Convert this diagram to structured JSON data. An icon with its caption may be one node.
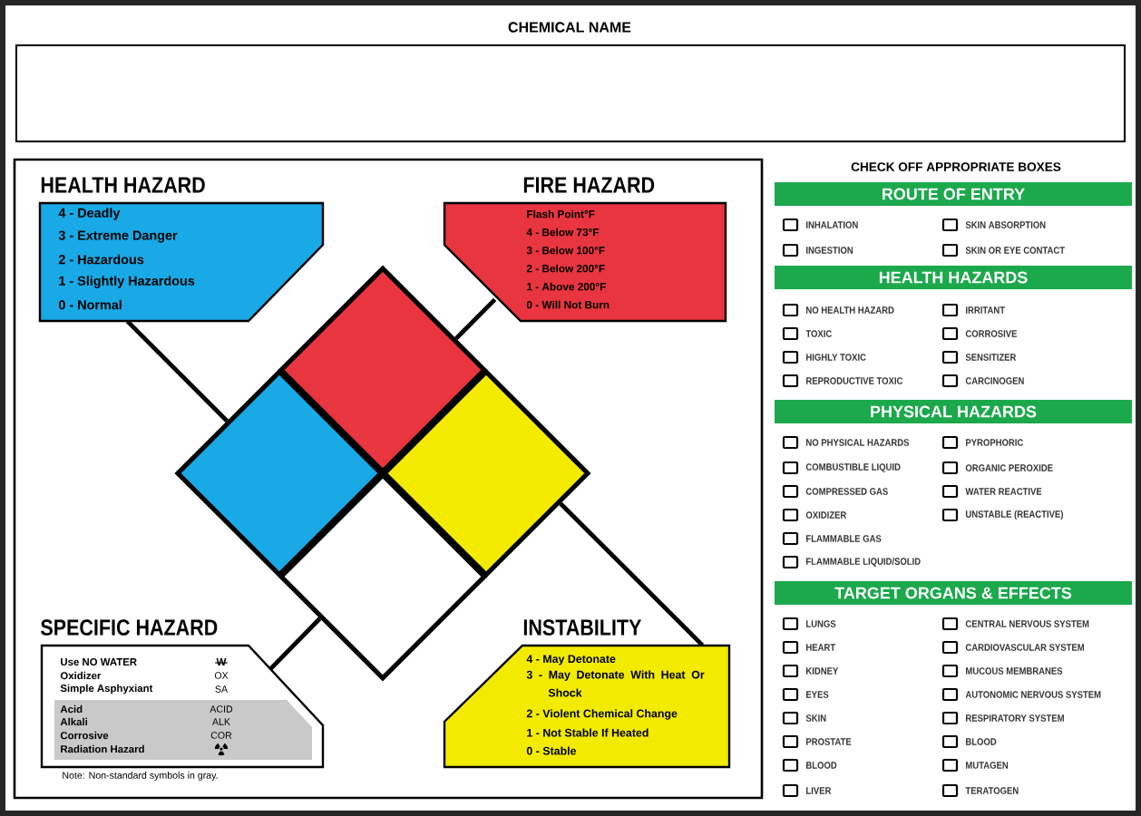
{
  "diagram": {
    "nodes": [
      {
        "text": [
          "CHEMICAL NAME"
        ]
      },
      {
        "text": [
          "HEALTH HAZARD",
          "4 - Deadly",
          "3 - Extreme Danger",
          "2 - Hazardous",
          "1 - Slightly Hazardous",
          "0 - Normal"
        ]
      },
      {
        "text": [
          "FIRE HAZARD",
          "Flash Point°F",
          "4 - Below 73°F",
          "3 - Below 100°F",
          "2 - Below 200°F",
          "1 - Above 200°F",
          "0 - Will Not Burn"
        ]
      },
      {
        "text": [],
        "shape": "diamond"
      },
      {
        "text": [],
        "shape": "diamond"
      },
      {
        "text": [],
        "shape": "diamond"
      },
      {
        "text": [],
        "shape": "diamond"
      },
      {
        "text": [
          "SPECIFIC HAZARD",
          "Use NO WATER",
          "W",
          "Oxidizer",
          "OX",
          "Simple Asphyxiant",
          "SA",
          "Acid",
          "ACID",
          "Alkali",
          "ALK",
          "Corrosive",
          "COR",
          "Radiation Hazard"
        ],
        "beside": [
          "Note: Non-standard symbols in gray."
        ]
      },
      {
        "text": [
          "INSTABILITY",
          "4 - May Detonate",
          "3 - May Detonate With Heat Or Shock",
          "2 - Violent Chemical Change",
          "1 - Not Stable If Heated",
          "0 - Stable"
        ]
      },
      {
        "text": [
          "ROUTE OF ENTRY"
        ]
      },
      {
        "text": [
          "HEALTH HAZARDS"
        ]
      },
      {
        "text": [
          "PHYSICAL HAZARDS"
        ]
      },
      {
        "text": [
          "TARGET ORGANS & EFFECTS"
        ]
      }
    ],
    "edges": [
      {
        "from": 1,
        "to": 4,
        "arrow": "none"
      },
      {
        "from": 2,
        "to": 3,
        "arrow": "none"
      },
      {
        "from": 7,
        "to": 6,
        "arrow": "none"
      },
      {
        "from": 8,
        "to": 5,
        "arrow": "none"
      }
    ],
    "labels": [
      "CHECK OFF APPROPRIATE BOXES",
      "INHALATION",
      "SKIN ABSORPTION",
      "INGESTION",
      "SKIN OR EYE CONTACT",
      "NO HEALTH HAZARD",
      "IRRITANT",
      "TOXIC",
      "CORROSIVE",
      "HIGHLY TOXIC",
      "SENSITIZER",
      "REPRODUCTIVE TOXIC",
      "CARCINOGEN",
      "NO PHYSICAL HAZARDS",
      "PYROPHORIC",
      "COMBUSTIBLE LIQUID",
      "ORGANIC PEROXIDE",
      "COMPRESSED GAS",
      "WATER REACTIVE",
      "OXIDIZER",
      "UNSTABLE (REACTIVE)",
      "FLAMMABLE GAS",
      "FLAMMABLE LIQUID/SOLID",
      "LUNGS",
      "CENTRAL NERVOUS SYSTEM",
      "HEART",
      "CARDIOVASCULAR SYSTEM",
      "KIDNEY",
      "MUCOUS MEMBRANES",
      "EYES",
      "AUTONOMIC NERVOUS SYSTEM",
      "SKIN",
      "RESPIRATORY SYSTEM",
      "PROSTATE",
      "BLOOD",
      "BLOOD",
      "MUTAGEN",
      "LIVER",
      "TERATOGEN"
    ]
  }
}
